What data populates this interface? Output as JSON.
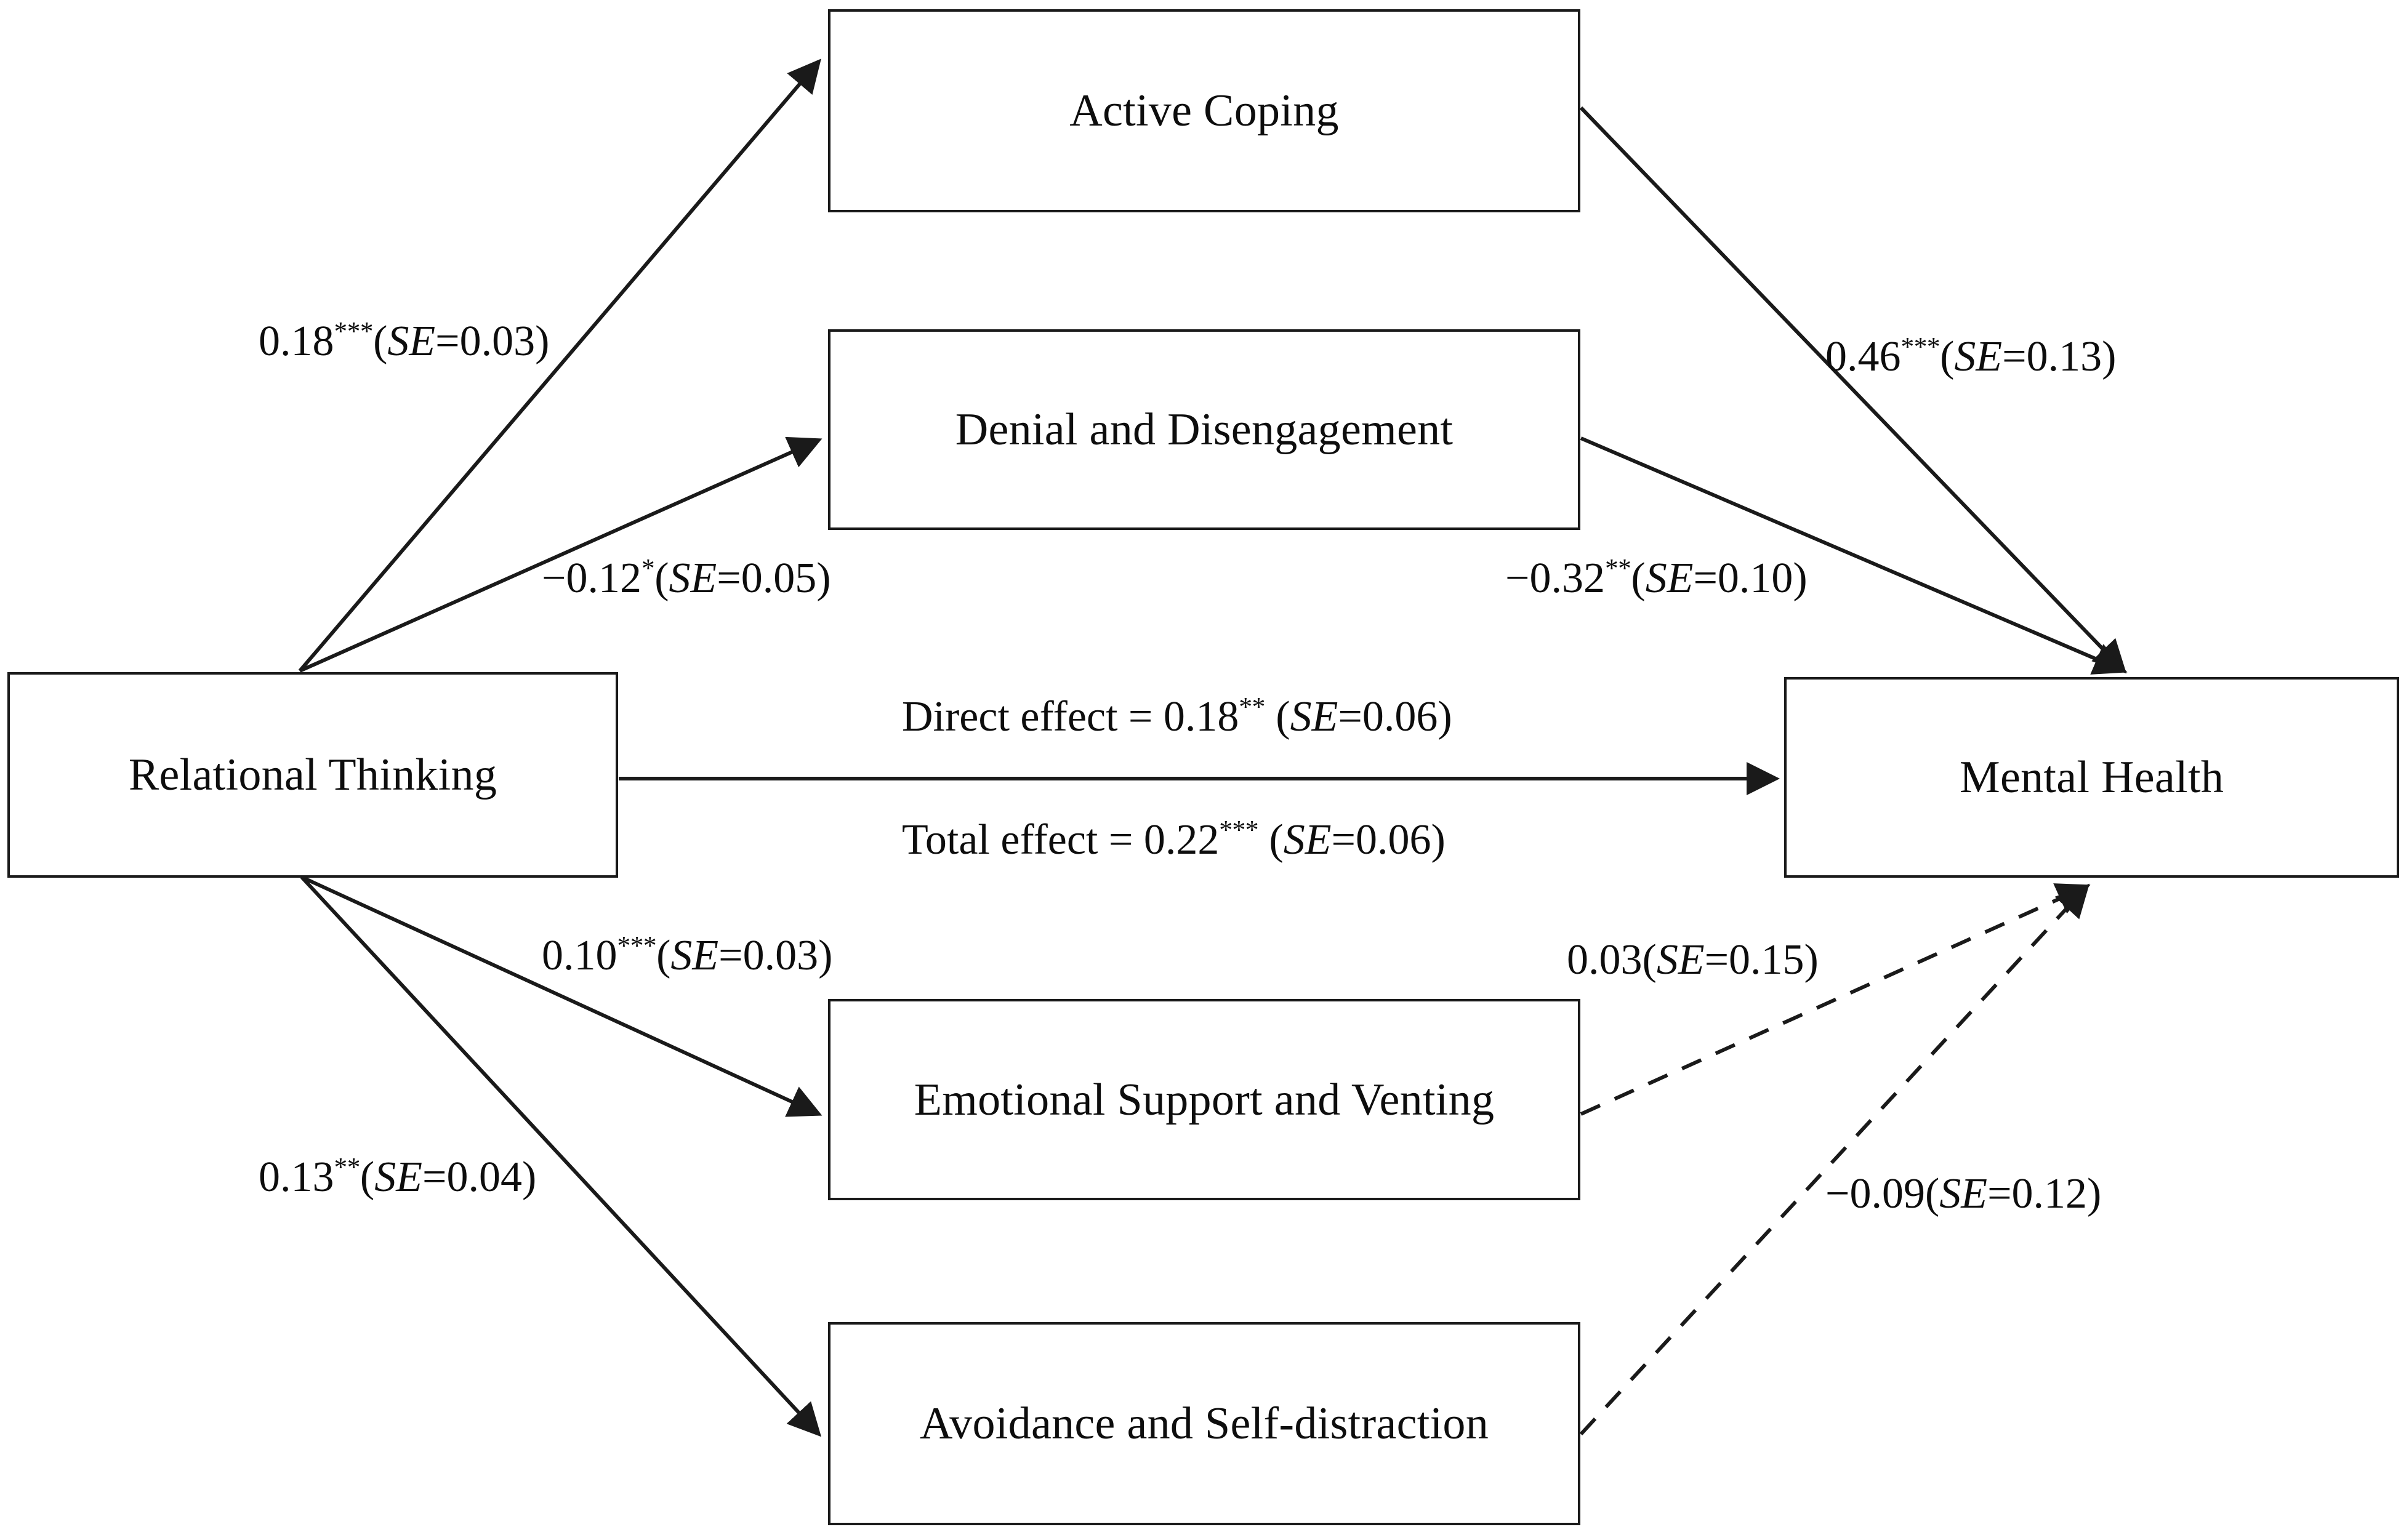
{
  "figure": {
    "type": "mediation-path-diagram",
    "background_color": "#ffffff",
    "line_color": "#1a1a1a",
    "text_color": "#0d0d0d"
  },
  "nodes": {
    "predictor": {
      "label": "Relational Thinking"
    },
    "mediator_1": {
      "label": "Active Coping"
    },
    "mediator_2": {
      "label": "Denial and Disengagement"
    },
    "mediator_3": {
      "label": "Emotional Support and Venting"
    },
    "mediator_4": {
      "label": "Avoidance and Self-distraction"
    },
    "outcome": {
      "label": "Mental Health"
    }
  },
  "edges": {
    "rt_to_active_coping": {
      "coefficient": "0.18",
      "stars": "***",
      "se_prefix": "(",
      "se_label": "SE",
      "se_value": "=0.03)",
      "line_style": "solid"
    },
    "rt_to_denial": {
      "coefficient": "−0.12",
      "stars": "*",
      "se_prefix": "(",
      "se_label": "SE",
      "se_value": "=0.05)",
      "line_style": "solid"
    },
    "rt_to_emotional_support": {
      "coefficient": "0.10",
      "stars": "***",
      "se_prefix": "(",
      "se_label": "SE",
      "se_value": "=0.03)",
      "line_style": "solid"
    },
    "rt_to_avoidance": {
      "coefficient": "0.13",
      "stars": "**",
      "se_prefix": "(",
      "se_label": "SE",
      "se_value": "=0.04)",
      "line_style": "solid"
    },
    "active_coping_to_mh": {
      "coefficient": "0.46",
      "stars": "***",
      "se_prefix": "(",
      "se_label": "SE",
      "se_value": "=0.13)",
      "line_style": "solid"
    },
    "denial_to_mh": {
      "coefficient": "−0.32",
      "stars": "**",
      "se_prefix": "(",
      "se_label": "SE",
      "se_value": "=0.10)",
      "line_style": "solid"
    },
    "emotional_support_to_mh": {
      "coefficient": "0.03",
      "stars": "",
      "se_prefix": "(",
      "se_label": "SE",
      "se_value": "=0.15)",
      "line_style": "dashed"
    },
    "avoidance_to_mh": {
      "coefficient": "−0.09",
      "stars": "",
      "se_prefix": "(",
      "se_label": "SE",
      "se_value": "=0.12)",
      "line_style": "dashed"
    },
    "direct_effect": {
      "prefix": "Direct effect = ",
      "coefficient": "0.18",
      "stars": "**",
      "se_prefix": " (",
      "se_label": "SE",
      "se_value": "=0.06)",
      "line_style": "solid"
    },
    "total_effect": {
      "prefix": "Total effect = ",
      "coefficient": "0.22",
      "stars": "***",
      "se_prefix": " (",
      "se_label": "SE",
      "se_value": "=0.06)",
      "line_style": "none"
    }
  }
}
